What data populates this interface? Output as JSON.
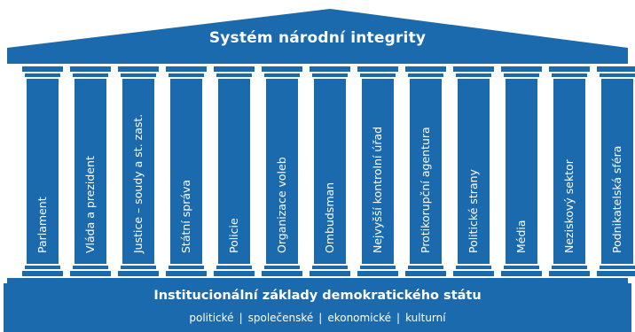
{
  "colors": {
    "primary": "#1a6aad",
    "background": "#ffffff"
  },
  "roof": {
    "title": "Systém národní integrity"
  },
  "pillars": [
    "Parlament",
    "Vláda a prezident",
    "Justice – soudy a st. zast.",
    "Státní správa",
    "Policie",
    "Organizace voleb",
    "Ombudsman",
    "Nejvyšší kontrolní úřad",
    "Protikorupční agentura",
    "Politické strany",
    "Média",
    "Neziskový sektor",
    "Podnikatelská sféra"
  ],
  "base": {
    "title": "Institucionální základy demokratického státu",
    "categories": [
      "politické",
      "společenské",
      "ekonomické",
      "kulturní"
    ]
  }
}
